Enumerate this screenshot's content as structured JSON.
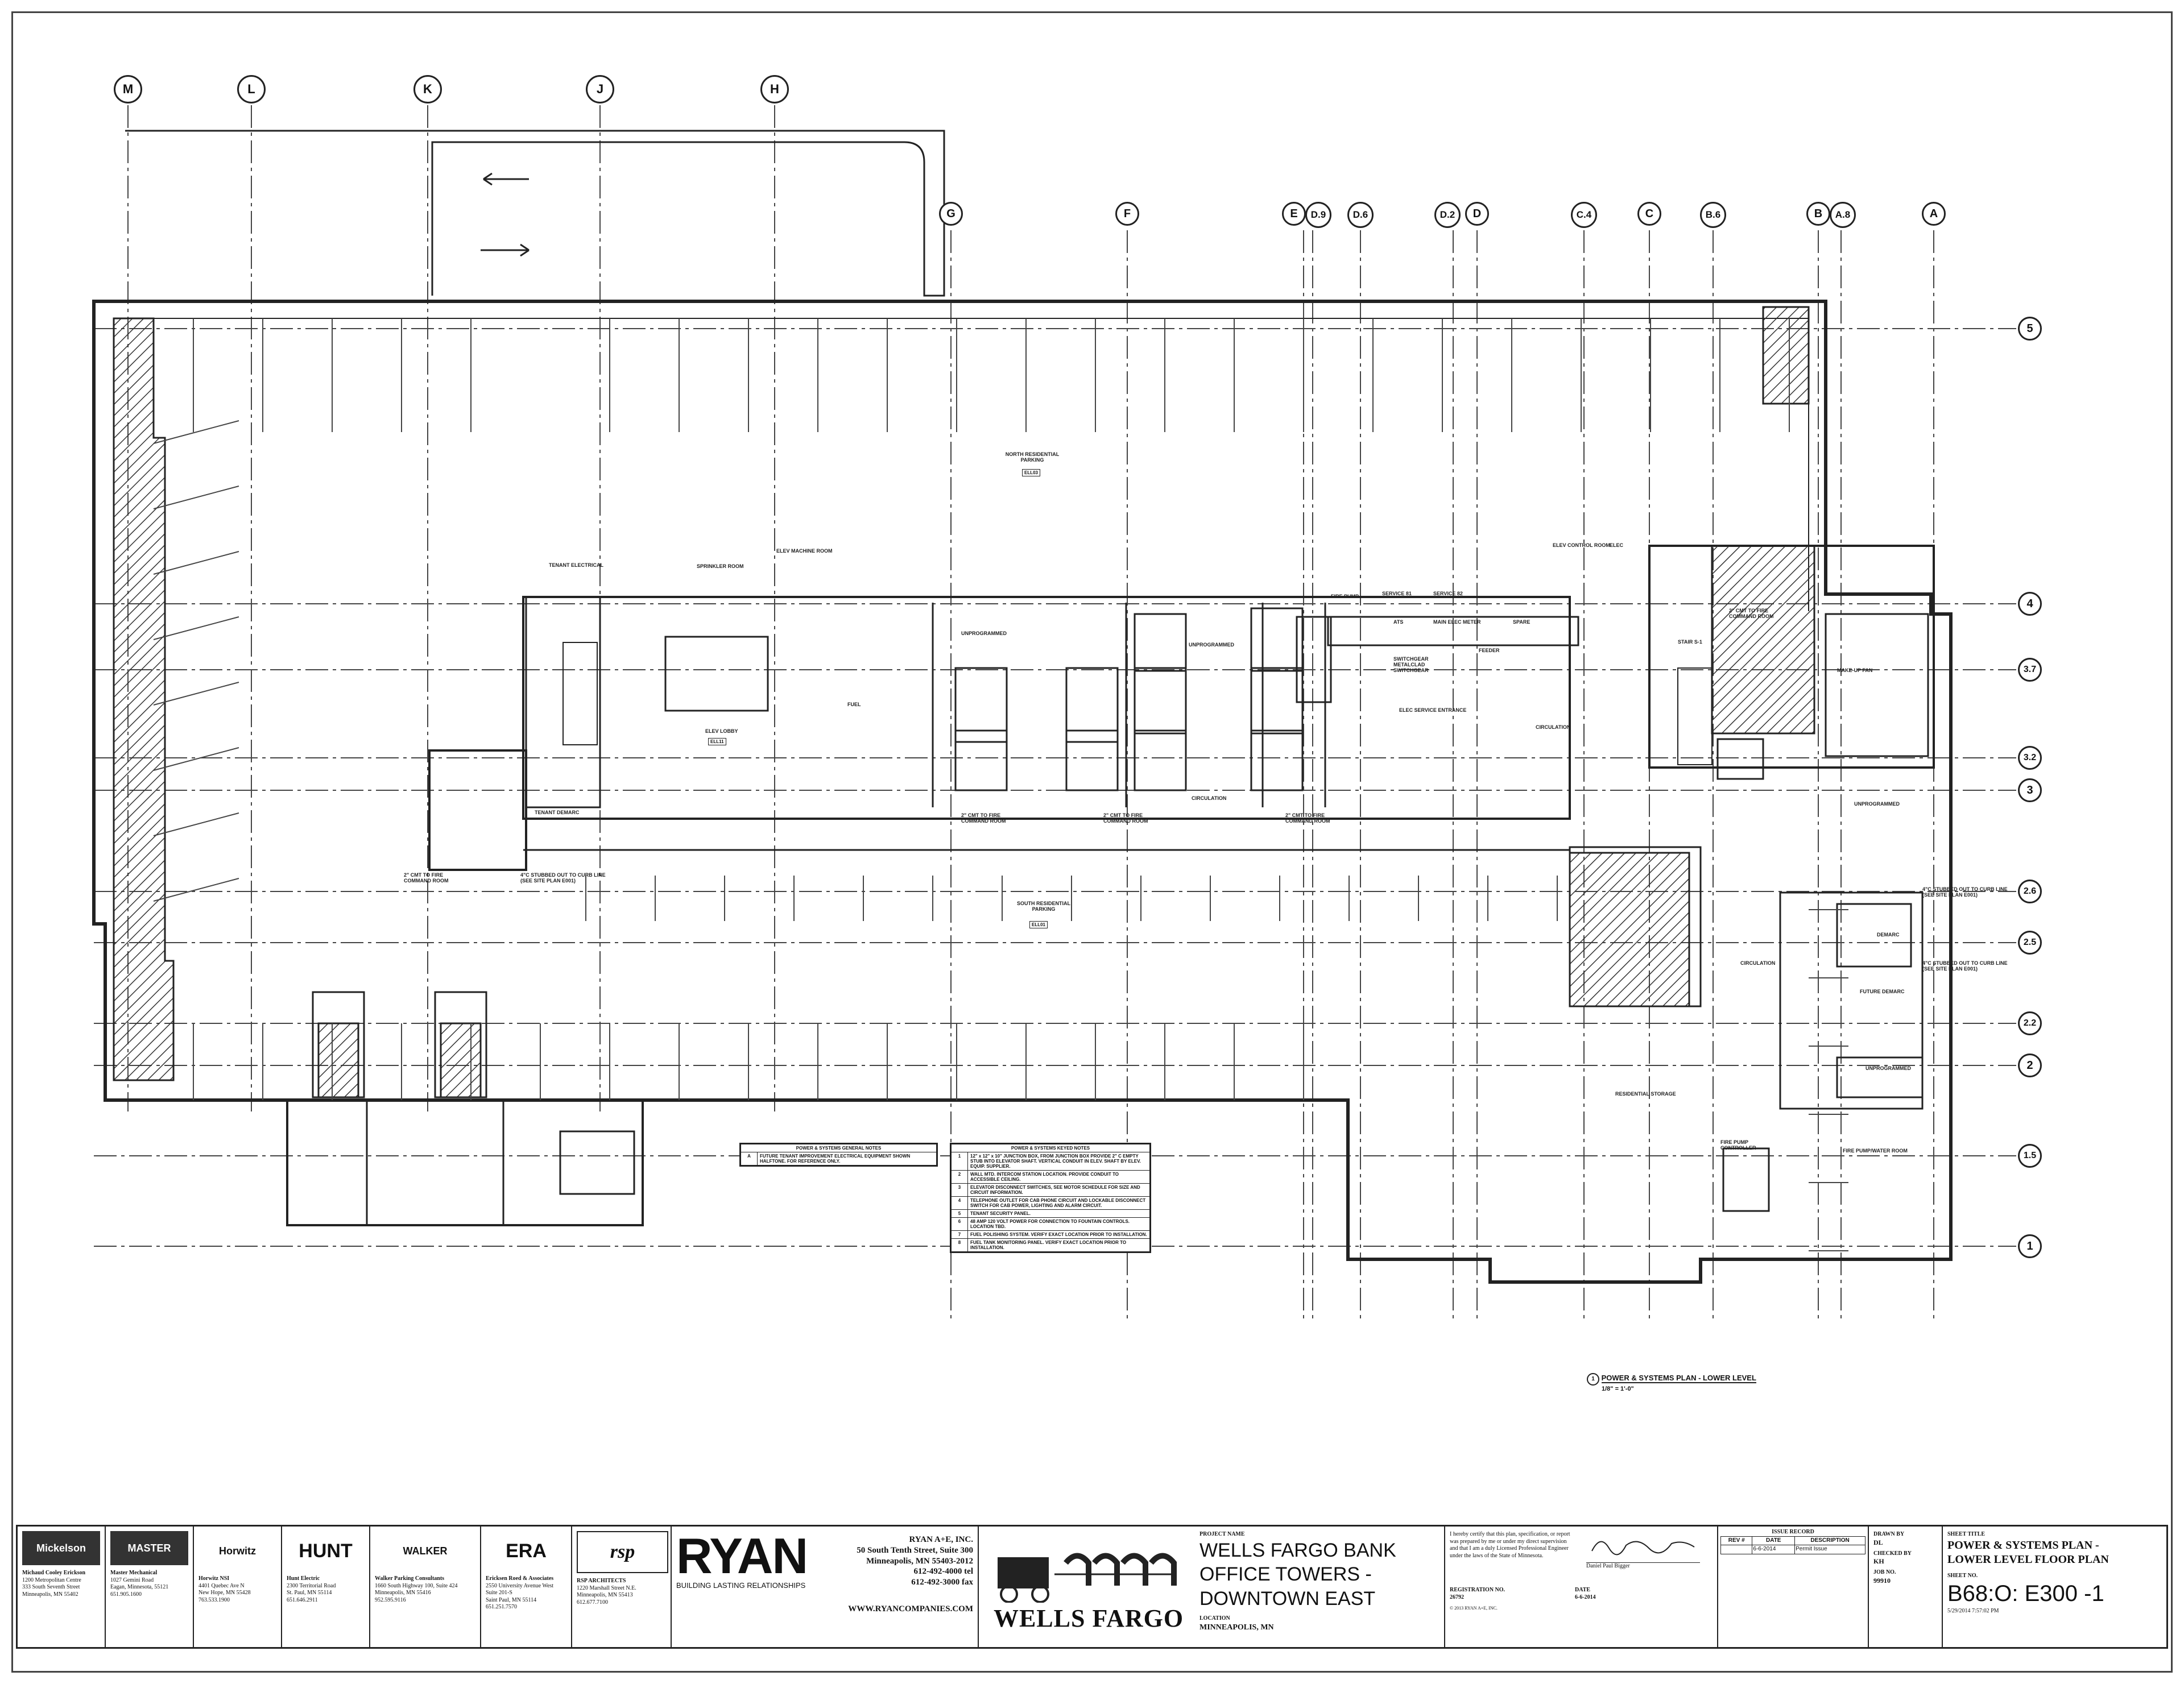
{
  "grid_columns_top": [
    "M",
    "L",
    "K",
    "J",
    "H"
  ],
  "grid_columns_mid": [
    "G",
    "F",
    "E",
    "D.9",
    "D.6",
    "D.2",
    "D",
    "C.4",
    "C",
    "B.6",
    "B",
    "A.8",
    "A"
  ],
  "grid_rows": [
    "5",
    "4",
    "3.7",
    "3.2",
    "3",
    "2.6",
    "2.5",
    "2.2",
    "2",
    "1.5",
    "1"
  ],
  "rooms": {
    "north_parking": "NORTH RESIDENTIAL PARKING",
    "north_parking_tag": "ELL03",
    "south_parking": "SOUTH RESIDENTIAL PARKING",
    "south_parking_tag": "ELL01",
    "elev_lobby": "ELEV LOBBY",
    "elev_lobby_tag": "ELL11",
    "elev_machine": "ELEV MACHINE ROOM",
    "sprinkler": "SPRINKLER ROOM",
    "tenant_electrical": "TENANT ELECTRICAL",
    "tenant_demarc": "TENANT DEMARC",
    "unprogrammed": "UNPROGRAMMED",
    "circulation": "CIRCULATION",
    "elec_service_entrance": "ELEC SERVICE ENTRANCE",
    "service_81": "SERVICE 81",
    "service_82": "SERVICE 82",
    "ats": "ATS",
    "main_elec_meter": "MAIN ELEC METER",
    "spare": "SPARE",
    "feeder": "FEEDER",
    "switchgear": "SWITCHGEAR METALCLAD SWITCHGEAR",
    "fire_pump": "FIRE PUMP",
    "fire_pump_controller": "FIRE PUMP CONTROLLER",
    "fire_pump_room": "FIRE PUMP/WATER ROOM",
    "residential_storage": "RESIDENTIAL STORAGE",
    "makeup_fan": "MAKE-UP FAN",
    "demarc": "DEMARC",
    "future_demarc": "FUTURE DEMARC",
    "elev_control": "ELEV CONTROL ROOM",
    "elec": "ELEC",
    "stair": "STAIR S-1",
    "fuel": "FUEL",
    "cmt_to_fire": "2\" CMT TO FIRE COMMAND ROOM",
    "stubout": "4\"C STUBBED OUT TO CURB LINE (SEE SITE PLAN E001)"
  },
  "plan_title": "POWER & SYSTEMS PLAN - LOWER LEVEL",
  "plan_scale": "1/8\" = 1'-0\"",
  "plan_number": "1",
  "general_notes": {
    "title": "POWER & SYSTEMS GENERAL NOTES",
    "items": [
      {
        "key": "A",
        "text": "FUTURE TENANT IMPROVEMENT ELECTRICAL EQUIPMENT SHOWN HALFTONE. FOR REFERENCE ONLY."
      }
    ]
  },
  "keyed_notes": {
    "title": "POWER & SYSTEMS KEYED NOTES",
    "items": [
      {
        "key": "1",
        "text": "12\" x 12\" x 10\" JUNCTION BOX, FROM JUNCTION BOX PROVIDE 2\" C EMPTY STUB INTO ELEVATOR SHAFT. VERTICAL CONDUIT IN ELEV. SHAFT BY ELEV. EQUIP. SUPPLIER."
      },
      {
        "key": "2",
        "text": "WALL MTD. INTERCOM STATION LOCATION. PROVIDE CONDUIT TO ACCESSIBLE CEILING."
      },
      {
        "key": "3",
        "text": "ELEVATOR DISCONNECT SWITCHES, SEE MOTOR SCHEDULE FOR SIZE AND CIRCUIT INFORMATION."
      },
      {
        "key": "4",
        "text": "TELEPHONE OUTLET FOR CAB PHONE CIRCUIT AND LOCKABLE DISCONNECT SWITCH FOR CAB POWER, LIGHTING AND ALARM CIRCUIT."
      },
      {
        "key": "5",
        "text": "TENANT SECURITY PANEL."
      },
      {
        "key": "6",
        "text": "48 AMP 120 VOLT POWER FOR CONNECTION TO FOUNTAIN CONTROLS. LOCATION TBD."
      },
      {
        "key": "7",
        "text": "FUEL POLISHING SYSTEM. VERIFY EXACT LOCATION PRIOR TO INSTALLATION."
      },
      {
        "key": "8",
        "text": "FUEL TANK MONITORING PANEL. VERIFY EXACT LOCATION PRIOR TO INSTALLATION."
      }
    ]
  },
  "consultants": [
    {
      "logo": "Mickelson",
      "name": "Michaud Cooley Erickson",
      "lines": [
        "1200 Metropolitan Centre",
        "333 South Seventh Street",
        "Minneapolis, MN 55402"
      ]
    },
    {
      "logo": "MASTER",
      "name": "Master Mechanical",
      "lines": [
        "1027 Gemini Road",
        "Eagan, Minnesota, 55121",
        "651.905.1600"
      ]
    },
    {
      "logo": "Horwitz",
      "name": "Horwitz NSI",
      "lines": [
        "4401 Quebec Ave N",
        "New Hope, MN 55428",
        "763.533.1900"
      ]
    },
    {
      "logo": "HUNT",
      "name": "Hunt Electric",
      "lines": [
        "2300 Territorial Road",
        "St. Paul, MN 55114",
        "651.646.2911"
      ]
    },
    {
      "logo": "WALKER",
      "name": "Walker Parking Consultants",
      "lines": [
        "1660 South Highway 100, Suite 424",
        "Minneapolis, MN 55416",
        "952.595.9116"
      ]
    },
    {
      "logo": "ERA",
      "name": "Ericksen Roed & Associates",
      "lines": [
        "2550 University Avenue West",
        "Suite 201-S",
        "Saint Paul, MN 55114",
        "651.251.7570"
      ]
    },
    {
      "logo": "rsp",
      "name": "RSP ARCHITECTS",
      "lines": [
        "1220 Marshall Street N.E.",
        "Minneapolis, MN 55413",
        "612.677.7100"
      ]
    }
  ],
  "ryan": {
    "logo": "RYAN",
    "tagline": "BUILDING LASTING RELATIONSHIPS",
    "company": "RYAN A+E, INC.",
    "address1": "50 South Tenth Street, Suite 300",
    "address2": "Minneapolis, MN 55403-2012",
    "tel": "612-492-4000 tel",
    "fax": "612-492-3000 fax",
    "url": "WWW.RYANCOMPANIES.COM"
  },
  "project": {
    "logo": "WELLS FARGO",
    "label": "PROJECT NAME",
    "name_line1": "WELLS FARGO BANK",
    "name_line2": "OFFICE TOWERS -",
    "name_line3": "DOWNTOWN EAST",
    "location_label": "LOCATION",
    "location": "MINNEAPOLIS, MN"
  },
  "certification": {
    "text": "I hereby certify that this plan, specification, or report was prepared by me or under my direct supervision and that I am a duly Licensed Professional Engineer under the laws of the State of Minnesota.",
    "name": "Daniel Paul Bigger",
    "registration_label": "REGISTRATION NO.",
    "registration": "26792",
    "date_label": "DATE",
    "date": "6-6-2014",
    "copyright": "© 2013 RYAN A+E, INC."
  },
  "issue_record": {
    "title": "ISSUE RECORD",
    "headers": [
      "REV #",
      "DATE",
      "DESCRIPTION"
    ],
    "rows": [
      [
        "",
        "6-6-2014",
        "Permit Issue"
      ]
    ]
  },
  "sheet": {
    "drawn_by_label": "DRAWN BY",
    "drawn_by": "DL",
    "checked_by_label": "CHECKED BY",
    "checked_by": "KH",
    "job_no_label": "JOB NO.",
    "job_no": "99910",
    "title_label": "SHEET TITLE",
    "title_line1": "POWER & SYSTEMS PLAN -",
    "title_line2": "LOWER LEVEL FLOOR PLAN",
    "number_label": "SHEET NO.",
    "number": "B68:O: E300 -1",
    "timestamp": "5/29/2014 7:57:02 PM"
  }
}
